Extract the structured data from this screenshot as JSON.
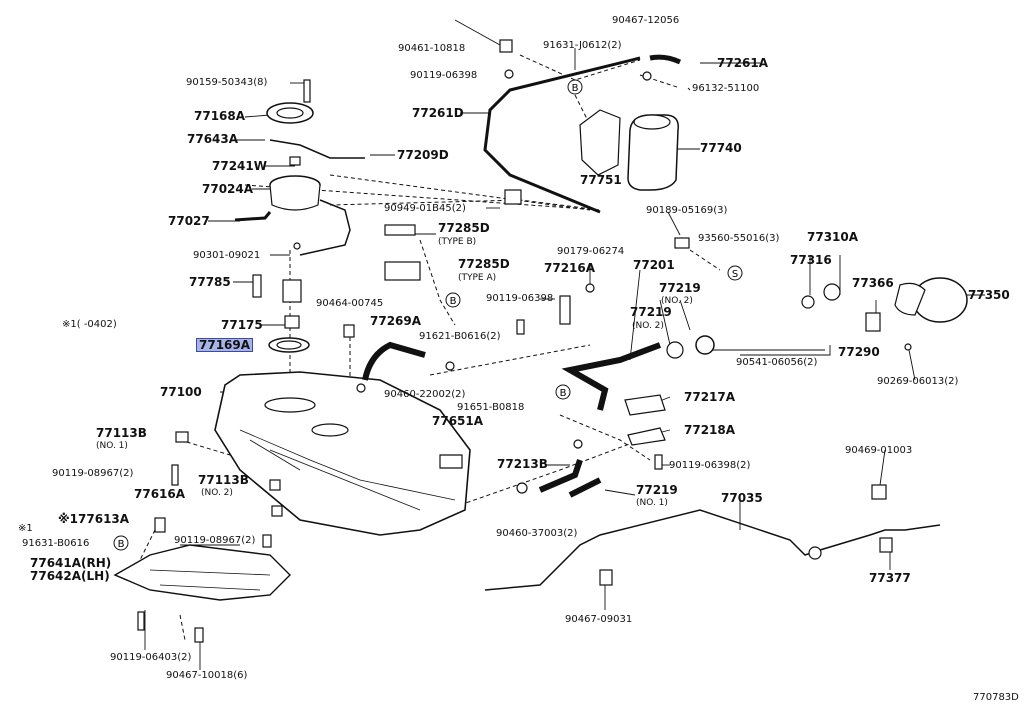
{
  "diagram_id": "770783D",
  "highlight_color": "#a9b4e6",
  "parts": [
    {
      "id": "p1",
      "text": "90467-12056"
    },
    {
      "id": "p2",
      "text": "90461-10818"
    },
    {
      "id": "p3",
      "text": "91631-J0612(2)"
    },
    {
      "id": "p4",
      "text": "77261A"
    },
    {
      "id": "p5",
      "text": "90119-06398"
    },
    {
      "id": "p6",
      "text": "96132-51100"
    },
    {
      "id": "p7",
      "text": "90159-50343(8)"
    },
    {
      "id": "p8",
      "text": "77168A"
    },
    {
      "id": "p9",
      "text": "77261D"
    },
    {
      "id": "p10",
      "text": "77643A"
    },
    {
      "id": "p11",
      "text": "77740"
    },
    {
      "id": "p12",
      "text": "77209D"
    },
    {
      "id": "p13",
      "text": "77241W"
    },
    {
      "id": "p14",
      "text": "77024A"
    },
    {
      "id": "p15",
      "text": "77751"
    },
    {
      "id": "p16",
      "text": "77027"
    },
    {
      "id": "p17",
      "text": "90949-01B45(2)"
    },
    {
      "id": "p18",
      "text": "90189-05169(3)"
    },
    {
      "id": "p19",
      "text": "77285D"
    },
    {
      "id": "p20",
      "text": "(TYPE B)"
    },
    {
      "id": "p21",
      "text": "93560-55016(3)"
    },
    {
      "id": "p22",
      "text": "77310A"
    },
    {
      "id": "p23",
      "text": "90301-09021"
    },
    {
      "id": "p24",
      "text": "90179-06274"
    },
    {
      "id": "p25",
      "text": "77201"
    },
    {
      "id": "p26",
      "text": "77316"
    },
    {
      "id": "p27",
      "text": "77285D"
    },
    {
      "id": "p28",
      "text": "(TYPE A)"
    },
    {
      "id": "p29",
      "text": "77216A"
    },
    {
      "id": "p30",
      "text": "77785"
    },
    {
      "id": "p31",
      "text": "77219"
    },
    {
      "id": "p32",
      "text": "77366"
    },
    {
      "id": "p33",
      "text": "(NO. 2)"
    },
    {
      "id": "p34",
      "text": "77350"
    },
    {
      "id": "p35",
      "text": "90119-06398"
    },
    {
      "id": "p36",
      "text": "90464-00745"
    },
    {
      "id": "p37",
      "text": "77219"
    },
    {
      "id": "p38",
      "text": "※1(     -0402)"
    },
    {
      "id": "p39",
      "text": "77175"
    },
    {
      "id": "p40",
      "text": "77269A"
    },
    {
      "id": "p41",
      "text": "(NO. 2)"
    },
    {
      "id": "p42",
      "text": "91621-B0616(2)"
    },
    {
      "id": "p43",
      "text": "77290"
    },
    {
      "id": "p44",
      "text": "77169A"
    },
    {
      "id": "p45",
      "text": "90541-06056(2)"
    },
    {
      "id": "p46",
      "text": "90269-06013(2)"
    },
    {
      "id": "p47",
      "text": "77100"
    },
    {
      "id": "p48",
      "text": "90460-22002(2)"
    },
    {
      "id": "p49",
      "text": "77217A"
    },
    {
      "id": "p50",
      "text": "91651-B0818"
    },
    {
      "id": "p51",
      "text": "77651A"
    },
    {
      "id": "p52",
      "text": "77113B"
    },
    {
      "id": "p53",
      "text": "77218A"
    },
    {
      "id": "p54",
      "text": "(NO. 1)"
    },
    {
      "id": "p55",
      "text": "90469-01003"
    },
    {
      "id": "p56",
      "text": "77213B"
    },
    {
      "id": "p57",
      "text": "90119-06398(2)"
    },
    {
      "id": "p58",
      "text": "90119-08967(2)"
    },
    {
      "id": "p59",
      "text": "77113B"
    },
    {
      "id": "p60",
      "text": "77616A"
    },
    {
      "id": "p61",
      "text": "(NO. 2)"
    },
    {
      "id": "p62",
      "text": "77219"
    },
    {
      "id": "p63",
      "text": "77035"
    },
    {
      "id": "p64",
      "text": "(NO. 1)"
    },
    {
      "id": "p65",
      "text": "※177613A"
    },
    {
      "id": "p66",
      "text": "90460-37003(2)"
    },
    {
      "id": "p67",
      "text": "※1"
    },
    {
      "id": "p68",
      "text": "91631-B0616"
    },
    {
      "id": "p69",
      "text": "90119-08967(2)"
    },
    {
      "id": "p70",
      "text": "77641A(RH)"
    },
    {
      "id": "p71",
      "text": "77642A(LH)"
    },
    {
      "id": "p72",
      "text": "77377"
    },
    {
      "id": "p73",
      "text": "90467-09031"
    },
    {
      "id": "p74",
      "text": "90119-06403(2)"
    },
    {
      "id": "p75",
      "text": "90467-10018(6)"
    }
  ],
  "markers": {
    "b": "B",
    "s": "S"
  }
}
